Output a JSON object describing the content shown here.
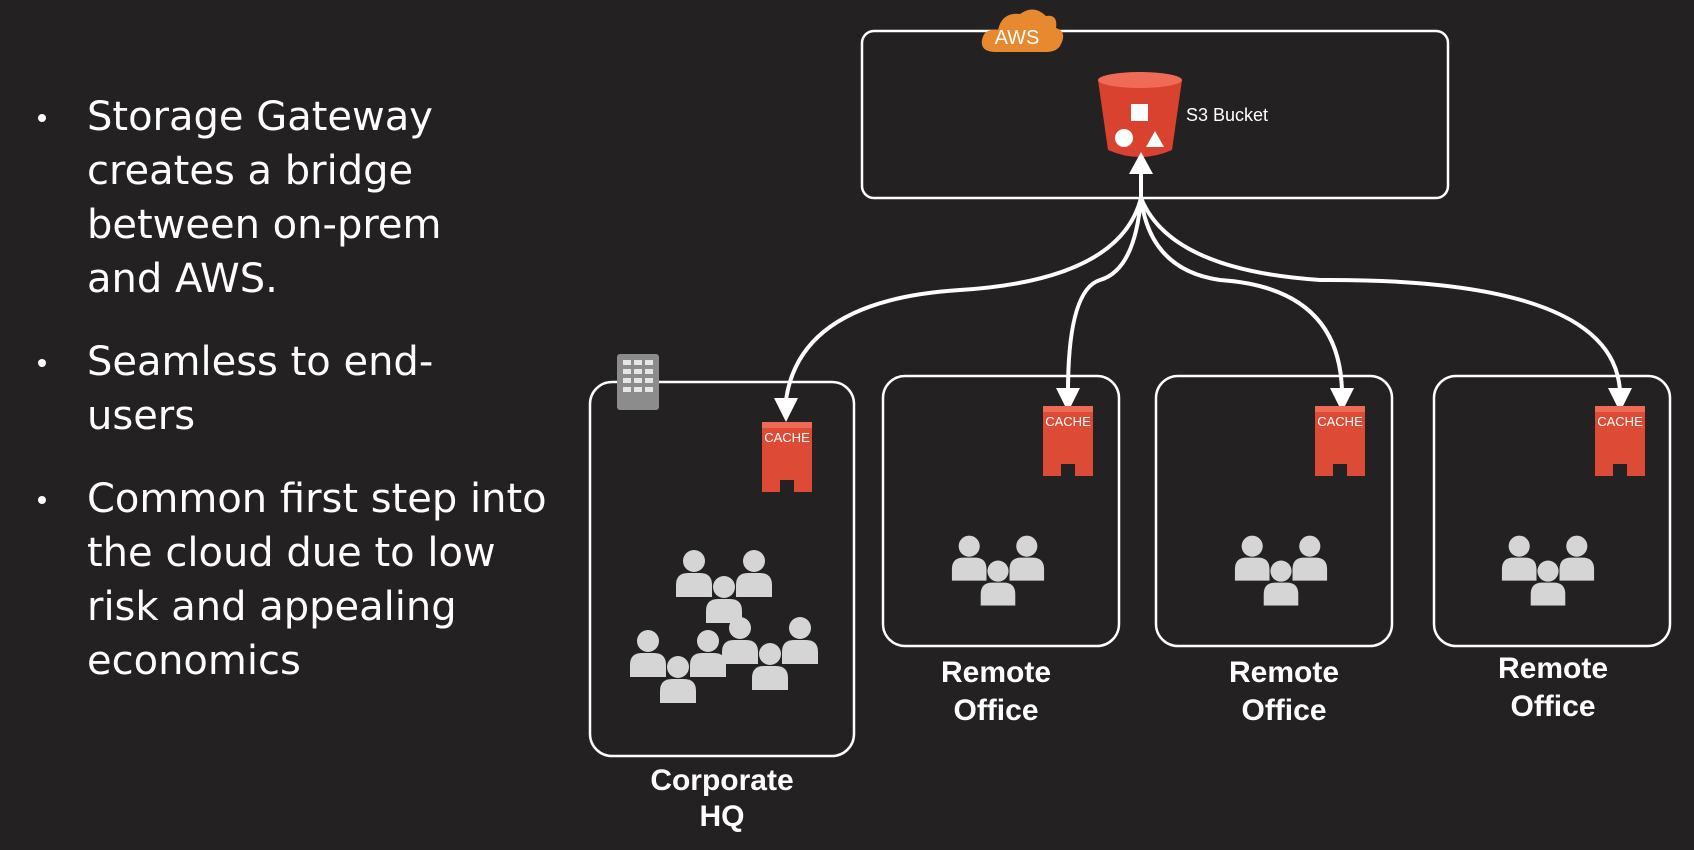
{
  "bullets": [
    "Storage Gateway creates a bridge between on-prem and AWS.",
    "Seamless to end-users",
    "Common first step into the cloud due to low risk and appealing economics"
  ],
  "diagram": {
    "cloud_label": "AWS",
    "bucket_label": "S3 Bucket",
    "cache_label": "CACHE",
    "corporate_hq": {
      "line1": "Corporate",
      "line2": "HQ"
    },
    "remote_offices": [
      {
        "line1": "Remote",
        "line2": "Office"
      },
      {
        "line1": "Remote",
        "line2": "Office"
      },
      {
        "line1": "Remote",
        "line2": "Office"
      }
    ]
  },
  "colors": {
    "background": "#232122",
    "aws_orange": "#e8892f",
    "s3_red": "#d9422f",
    "cache_red": "#dd4b37",
    "people_gray": "#d6d5d5",
    "outline": "#ffffff",
    "building_gray": "#8c8c8c"
  },
  "icons": [
    "aws-cloud-icon",
    "s3-bucket-icon",
    "cache-icon",
    "users-icon",
    "building-icon"
  ]
}
